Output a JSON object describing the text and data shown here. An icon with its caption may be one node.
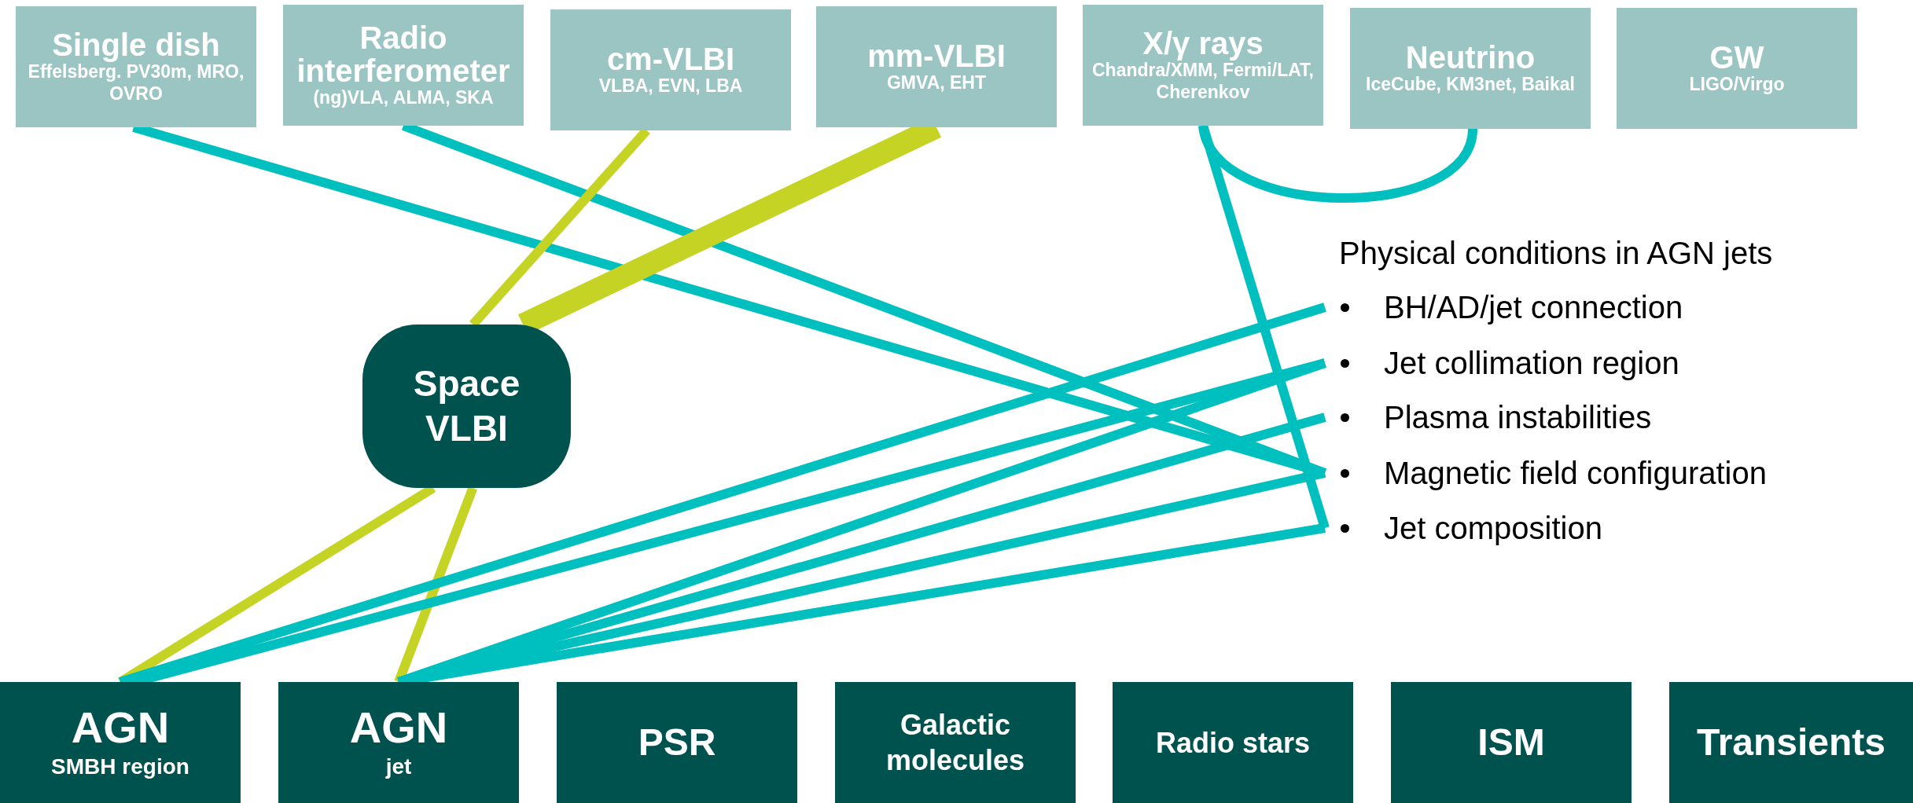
{
  "diagram": {
    "nodes": [
      {
        "text": [
          "Single dish",
          "Effelsberg. PV30m, MRO, OVRO"
        ]
      },
      {
        "text": [
          "Radio interferometer",
          "(ng)VLA, ALMA, SKA"
        ]
      },
      {
        "text": [
          "cm-VLBI",
          "VLBA, EVN, LBA"
        ]
      },
      {
        "text": [
          "mm-VLBI",
          "GMVA, EHT"
        ]
      },
      {
        "text": [
          "X/γ rays",
          "Chandra/XMM, Fermi/LAT, Cherenkov"
        ]
      },
      {
        "text": [
          "Neutrino",
          "IceCube, KM3net, Baikal"
        ]
      },
      {
        "text": [
          "GW",
          "LIGO/Virgo"
        ]
      },
      {
        "text": [
          "Space VLBI"
        ]
      },
      {
        "text": [
          "BH/AD/jet connection"
        ]
      },
      {
        "text": [
          "Jet collimation region"
        ]
      },
      {
        "text": [
          "Plasma instabilities"
        ]
      },
      {
        "text": [
          "Magnetic field configuration"
        ]
      },
      {
        "text": [
          "Jet composition"
        ]
      },
      {
        "text": [
          "AGN",
          "SMBH region"
        ]
      },
      {
        "text": [
          "AGN",
          "jet"
        ]
      },
      {
        "text": [
          "PSR"
        ]
      },
      {
        "text": [
          "Galactic molecules"
        ]
      },
      {
        "text": [
          "Radio stars"
        ]
      },
      {
        "text": [
          "ISM"
        ]
      },
      {
        "text": [
          "Transients"
        ]
      }
    ],
    "edges": [
      {
        "from": 0,
        "to": 11,
        "arrow": "none"
      },
      {
        "from": 1,
        "to": 11,
        "arrow": "none"
      },
      {
        "from": 2,
        "to": 7,
        "arrow": "none",
        "color": "#c5d424"
      },
      {
        "from": 3,
        "to": 7,
        "arrow": "none",
        "color": "#c5d424",
        "style": "thick"
      },
      {
        "from": 4,
        "to": 12,
        "arrow": "none"
      },
      {
        "from": 4,
        "to": 5,
        "arrow": "none"
      },
      {
        "from": 7,
        "to": 13,
        "arrow": "none",
        "color": "#c5d424"
      },
      {
        "from": 7,
        "to": 14,
        "arrow": "none",
        "color": "#c5d424"
      },
      {
        "from": 13,
        "to": 8,
        "arrow": "none"
      },
      {
        "from": 13,
        "to": 9,
        "arrow": "none"
      },
      {
        "from": 14,
        "to": 9,
        "arrow": "none"
      },
      {
        "from": 14,
        "to": 10,
        "arrow": "none"
      },
      {
        "from": 14,
        "to": 11,
        "arrow": "none"
      },
      {
        "from": 14,
        "to": 12,
        "arrow": "none"
      }
    ],
    "labels": [
      "Physical conditions in AGN jets"
    ]
  }
}
